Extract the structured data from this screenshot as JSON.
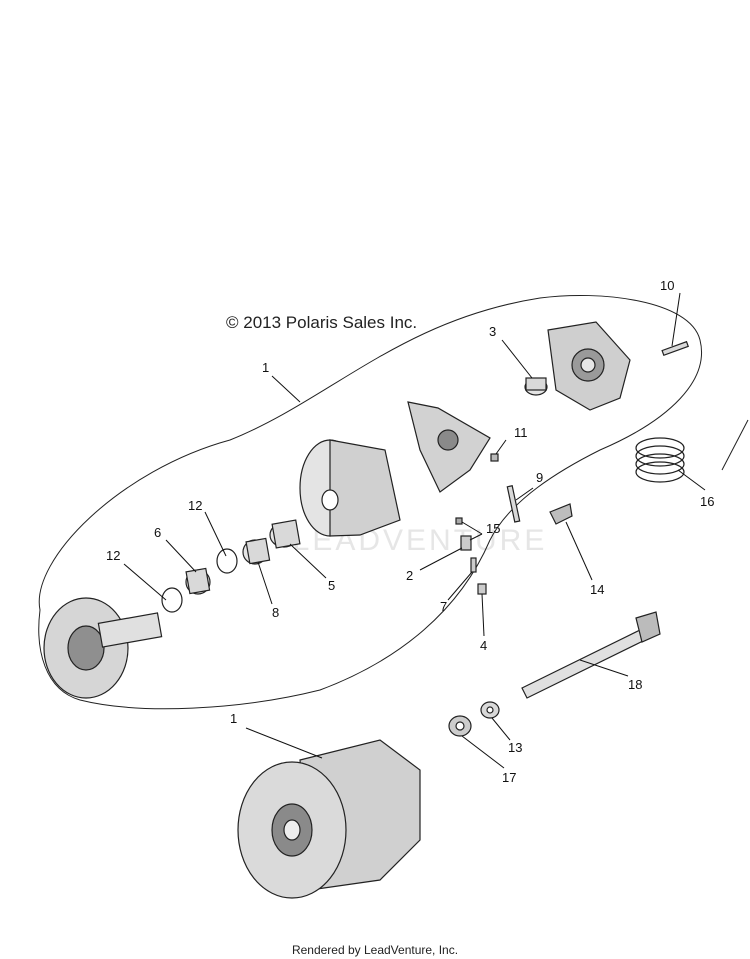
{
  "copyright": "© 2013 Polaris Sales Inc.",
  "footer": "Rendered by LeadVenture, Inc.",
  "watermark": "LEADVENTURE",
  "callouts": [
    "1",
    "3",
    "10",
    "11",
    "9",
    "12",
    "6",
    "15",
    "2",
    "5",
    "8",
    "16",
    "7",
    "14",
    "4",
    "18",
    "1",
    "13",
    "17",
    "12"
  ],
  "colors": {
    "line": "#222222",
    "part_fill": "#d9d9d9",
    "part_dark": "#555555"
  }
}
